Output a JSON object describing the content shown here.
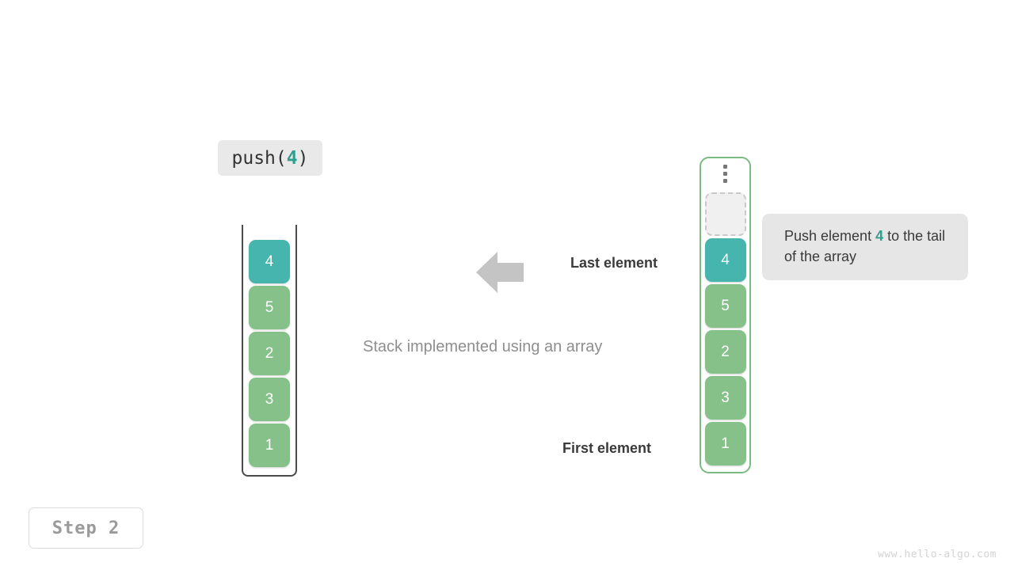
{
  "operation": {
    "prefix": "push(",
    "value": "4",
    "suffix": ")"
  },
  "stack_panel": {
    "name": "stack-implemented-using-array",
    "caption": "Stack implemented using an array",
    "cells": [
      {
        "value": "4",
        "style": "teal"
      },
      {
        "value": "5",
        "style": "green"
      },
      {
        "value": "2",
        "style": "green"
      },
      {
        "value": "3",
        "style": "green"
      },
      {
        "value": "1",
        "style": "green"
      }
    ]
  },
  "array_panel": {
    "name": "underlying-array",
    "ellipsis": "vertical-ellipsis",
    "cells": [
      {
        "value": "",
        "style": "empty"
      },
      {
        "value": "4",
        "style": "teal"
      },
      {
        "value": "5",
        "style": "green"
      },
      {
        "value": "2",
        "style": "green"
      },
      {
        "value": "3",
        "style": "green"
      },
      {
        "value": "1",
        "style": "green"
      }
    ]
  },
  "labels": {
    "last_element": "Last element",
    "first_element": "First element"
  },
  "callout": {
    "text_before": "Push element ",
    "accent": "4",
    "text_after": " to the tail of the array"
  },
  "step": {
    "label": "Step 2"
  },
  "watermark": {
    "text": "www.hello-algo.com"
  },
  "colors": {
    "teal": "#45b5ae",
    "green": "#85c189",
    "accent_text": "#2e9e8f",
    "array_border": "#7cba84",
    "stack_border": "#4a4a4a",
    "arrow": "#c4c4c4",
    "callout_bg": "#e6e6e6",
    "op_label_bg": "#e9e9e9"
  },
  "icons": {
    "arrow": "left-arrow-icon"
  }
}
